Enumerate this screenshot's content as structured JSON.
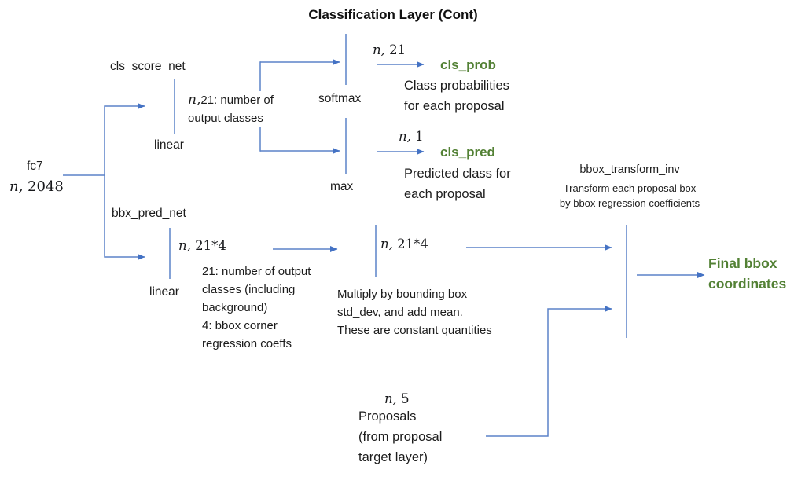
{
  "title": "Classification Layer (Cont)",
  "colors": {
    "line_blue": "#5b82c8",
    "arrow_blue": "#4472c4",
    "accent_green": "#538135",
    "text": "#1c1c1c"
  },
  "input": {
    "label": "fc7",
    "shape": "n, 2048"
  },
  "cls_branch": {
    "net_label": "cls_score_net",
    "op_label": "linear",
    "shape_note": "n,21: number of\noutput classes",
    "softmax": {
      "op_label": "softmax",
      "out_shape": "n, 21",
      "out_name": "cls_prob",
      "out_desc": "Class probabilities\nfor each proposal"
    },
    "max": {
      "op_label": "max",
      "out_shape": "n, 1",
      "out_name": "cls_pred",
      "out_desc": "Predicted class for\neach proposal"
    }
  },
  "bbx_branch": {
    "net_label": "bbx_pred_net",
    "op_label": "linear",
    "out_shape": "n, 21*4",
    "shape_note": "21: number of output\nclasses (including\nbackground)\n4: bbox corner\nregression coeffs",
    "norm_shape": "n, 21*4",
    "norm_note": "Multiply by bounding box\nstd_dev, and add mean.\nThese are constant quantities"
  },
  "transform": {
    "label": "bbox_transform_inv",
    "desc": "Transform each proposal box\nby bbox regression coefficients"
  },
  "proposals": {
    "shape": "n, 5",
    "label": "Proposals\n(from proposal\ntarget layer)"
  },
  "output": {
    "label": "Final bbox\ncoordinates"
  }
}
